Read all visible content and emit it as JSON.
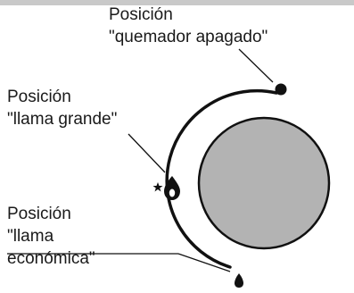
{
  "labels": {
    "off": {
      "line1": "Posición",
      "line2": "\"quemador apagado\""
    },
    "large": {
      "line1": "Posición",
      "line2": "\"llama grande\""
    },
    "economy": {
      "line1": "Posición",
      "line2": "\"llama",
      "line3": "económica\""
    }
  },
  "icons": {
    "off_position": "filled-dot-icon",
    "large_flame": "large-flame-icon",
    "ignition": "star-spark-icon",
    "small_flame": "small-flame-icon"
  },
  "colors": {
    "knob_fill": "#b3b3b3",
    "ink": "#111111",
    "top_bar": "#c9c9c9"
  }
}
